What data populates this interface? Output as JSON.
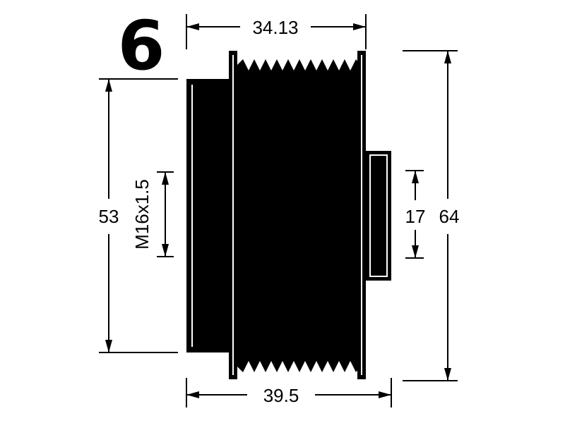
{
  "figure": {
    "number": "6",
    "ink_color": "#000000",
    "paper_color": "#ffffff"
  },
  "dimensions": {
    "top_width": "34.13",
    "bottom_width": "39.5",
    "left_height": "53",
    "thread": "M16x1.5",
    "hub_diameter": "17",
    "outer_diameter": "64"
  }
}
